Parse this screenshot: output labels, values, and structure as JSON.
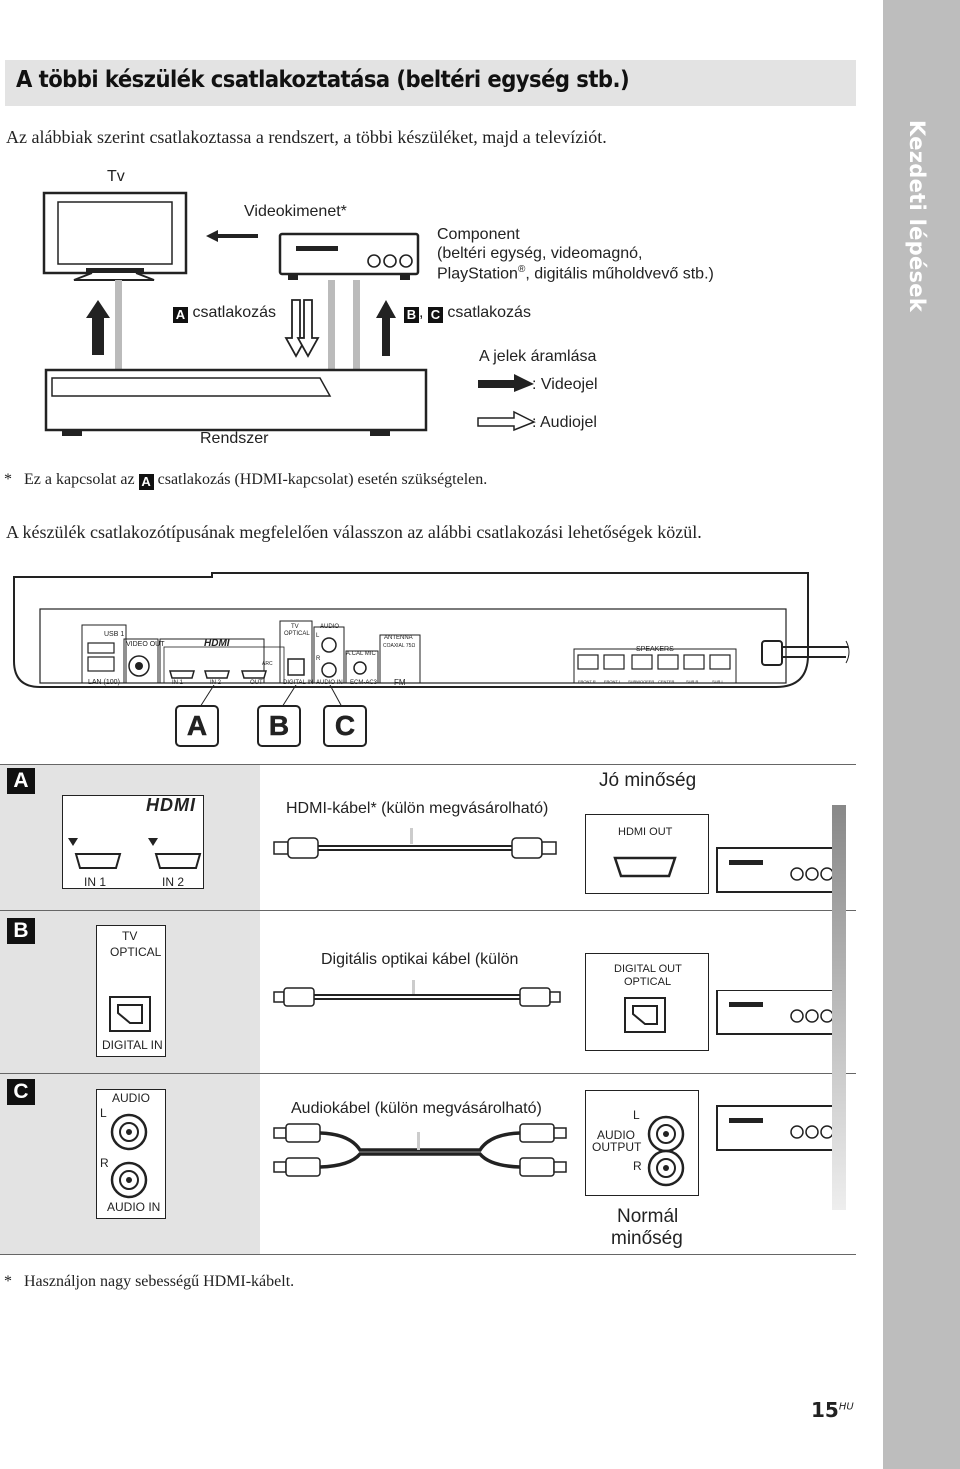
{
  "section_tab": "Kezdeti lépések",
  "title": "A többi készülék csatlakoztatása (beltéri egység stb.)",
  "intro": "Az alábbiak szerint csatlakoztassa a rendszert, a többi készüléket, majd a televíziót.",
  "top_diagram": {
    "tv_label": "Tv",
    "video_out_label": "Videokimenet*",
    "component_line1": "Component",
    "component_line2": "(beltéri egység, videomagnó,",
    "component_line3_a": "PlayStation",
    "component_line3_b": ", digitális műholdvevő stb.)",
    "reg_mark": "®",
    "conn_a_badge": "A",
    "conn_a_label": "csatlakozás",
    "conn_b_badge": "B",
    "conn_c_badge": "C",
    "conn_bc_sep": ",",
    "conn_bc_label": "csatlakozás",
    "flow_title": "A jelek áramlása",
    "video_signal": ": Videojel",
    "audio_signal": ": Audiojel",
    "system_label": "Rendszer"
  },
  "footnote1_star": "*",
  "footnote1_pre": "Ez a kapcsolat az",
  "footnote1_badge": "A",
  "footnote1_post": "csatlakozás (HDMI-kapcsolat) esetén szükségtelen.",
  "choose_text": "A készülék csatlakozótípusának megfelelően válasszon az alábbi csatlakozási lehetőségek közül.",
  "rear_panel": {
    "usb": "USB 1",
    "video_out": "VIDEO OUT",
    "hdmi_logo": "HDMI",
    "lan": "LAN (100)",
    "in1": "IN 1",
    "in2": "IN 2",
    "out": "OUT",
    "arc": "ARC",
    "tv": "TV",
    "optical": "OPTICAL",
    "digital_in": "DIGITAL IN",
    "audio": "AUDIO",
    "l": "L",
    "r": "R",
    "audio_in": "AUDIO IN",
    "acal_mic": "A.CAL MIC",
    "ecm": "ECM-AC3",
    "antenna": "ANTENNA",
    "coaxial": "COAXIAL 75Ω",
    "fm": "FM",
    "speakers": "SPEAKERS",
    "front_r": "FRONT R",
    "front_l": "FRONT L",
    "subwoofer": "SUBWOOFER",
    "center": "CENTER",
    "sur_r": "SUR R",
    "sur_l": "SUR L"
  },
  "panel_badges": [
    "A",
    "B",
    "C"
  ],
  "section_a": {
    "badge": "A",
    "hdmi_logo": "HDMI",
    "in1": "IN 1",
    "in2": "IN 2",
    "quality_good": "Jó minőség",
    "cable": "HDMI-kábel* (külön megvásárolható)",
    "device_port": "HDMI OUT"
  },
  "section_b": {
    "badge": "B",
    "tv": "TV",
    "optical": "OPTICAL",
    "digital_in": "DIGITAL IN",
    "cable": "Digitális optikai kábel (külön",
    "device_port1": "DIGITAL OUT",
    "device_port2": "OPTICAL"
  },
  "section_c": {
    "badge": "C",
    "audio": "AUDIO",
    "l": "L",
    "r": "R",
    "audio_in": "AUDIO IN",
    "cable": "Audiokábel (külön megvásárolható)",
    "device_l": "L",
    "device_audio": "AUDIO",
    "device_output": "OUTPUT",
    "device_r": "R",
    "quality_normal1": "Normál",
    "quality_normal2": "minőség"
  },
  "footnote2_star": "*",
  "footnote2": "Használjon nagy sebességű HDMI-kábelt.",
  "page_number": "15",
  "page_suffix": "HU"
}
